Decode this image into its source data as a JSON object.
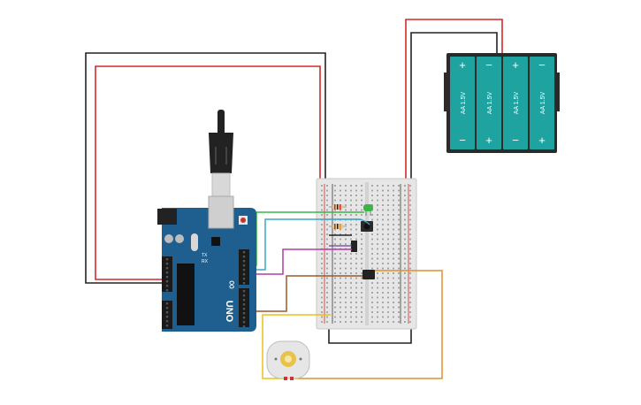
{
  "battery": {
    "label": "AA 1.5V",
    "plus": "+",
    "minus": "−",
    "cells": [
      "top-plus",
      "top-minus",
      "top-plus",
      "top-minus"
    ]
  },
  "arduino": {
    "brand": "UNO",
    "logo": "∞",
    "tx": "TX",
    "rx": "RX"
  },
  "colors": {
    "wire_red": "#d62828",
    "wire_black": "#222222",
    "wire_green": "#3bb54a",
    "wire_cyan": "#3aa6c9",
    "wire_magenta": "#b03fa3",
    "wire_brown": "#9a5a2a",
    "wire_orange": "#e0902a",
    "wire_yellow": "#e8c21a",
    "arduino_blue": "#1f5f8f",
    "battery_teal": "#1fa3a0"
  }
}
